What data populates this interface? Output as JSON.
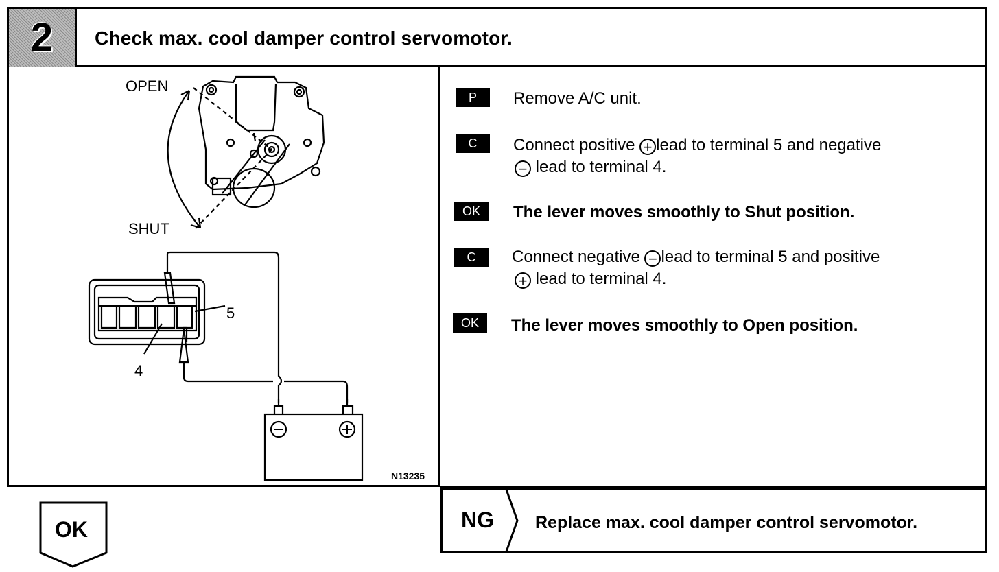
{
  "header": {
    "step_number": "2",
    "title": "Check max. cool damper control servomotor."
  },
  "diagram": {
    "label_open": "OPEN",
    "label_shut": "SHUT",
    "terminal_5": "5",
    "terminal_4": "4",
    "battery_negative": "⊖",
    "battery_positive": "⊕",
    "figure_id": "N13235"
  },
  "steps": [
    {
      "tag": "P",
      "text": "Remove A/C unit."
    },
    {
      "tag": "C",
      "line1_a": "Connect positive ",
      "line1_sym": "+",
      "line1_b": "lead to terminal 5 and negative",
      "line2_sym": "−",
      "line2_b": " lead  to  terminal  4."
    },
    {
      "tag": "OK",
      "text": "The lever moves smoothly to Shut position."
    },
    {
      "tag": "C",
      "line1_a": "Connect negative ",
      "line1_sym": "−",
      "line1_b": "lead to terminal 5 and positive",
      "line2_sym": "+",
      "line2_b": " lead  to  terminal  4."
    },
    {
      "tag": "OK",
      "text": "The lever moves smoothly to Open position."
    }
  ],
  "result": {
    "ok_label": "OK",
    "ng_label": "NG",
    "ng_action": "Replace max. cool damper control servomotor."
  }
}
